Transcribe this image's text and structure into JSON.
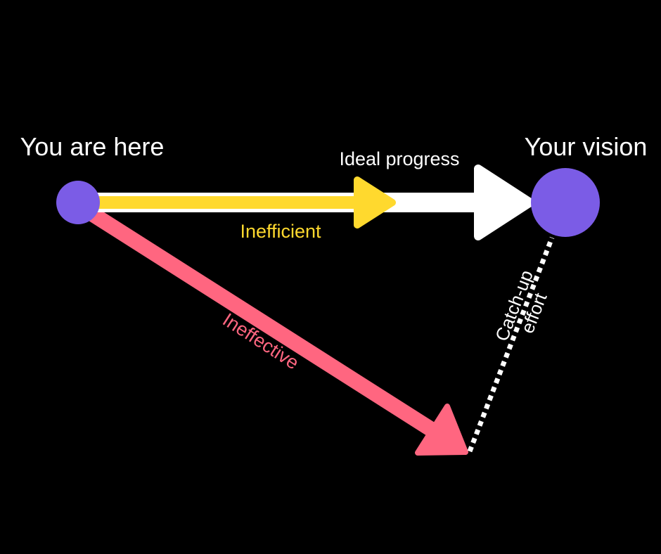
{
  "labels": {
    "start": "You are here",
    "goal": "Your vision",
    "ideal": "Ideal progress",
    "inefficient": "Inefficient",
    "ineffective": "Ineffective",
    "catchup_line1": "Catch-up",
    "catchup_line2": "effort"
  },
  "colors": {
    "background": "#000000",
    "node": "#7b5ce6",
    "ideal": "#ffffff",
    "inefficient": "#ffd92e",
    "ineffective": "#ff6680",
    "catchup": "#ffffff"
  }
}
